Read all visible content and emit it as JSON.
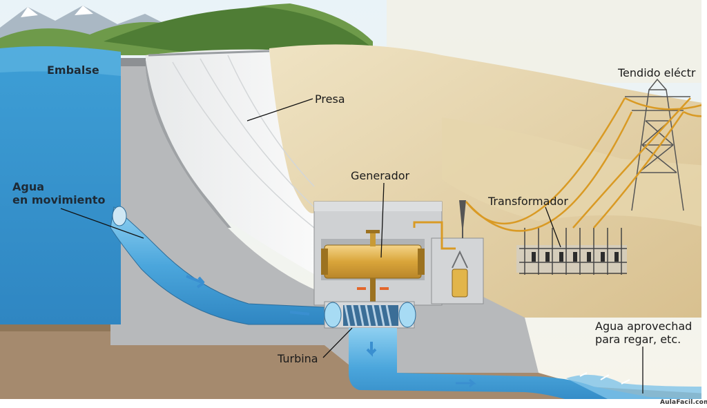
{
  "labels": {
    "embalse": "Embalse",
    "agua_movimiento": [
      "Agua",
      "en movimiento"
    ],
    "presa": "Presa",
    "generador": "Generador",
    "transformador": "Transformador",
    "tendido": "Tendido eléctr",
    "turbina": "Turbina",
    "agua_aprovechada": [
      "Agua aprovechad",
      "para regar, etc."
    ]
  },
  "watermark": "AulaFacil.com",
  "colors": {
    "water": "#4fa9d9",
    "dam_concrete": "#b9bbbd",
    "hill": "#d9c79c",
    "generator": "#e2b54a",
    "power_line": "#d99a24",
    "ground": "#a58a6e"
  }
}
